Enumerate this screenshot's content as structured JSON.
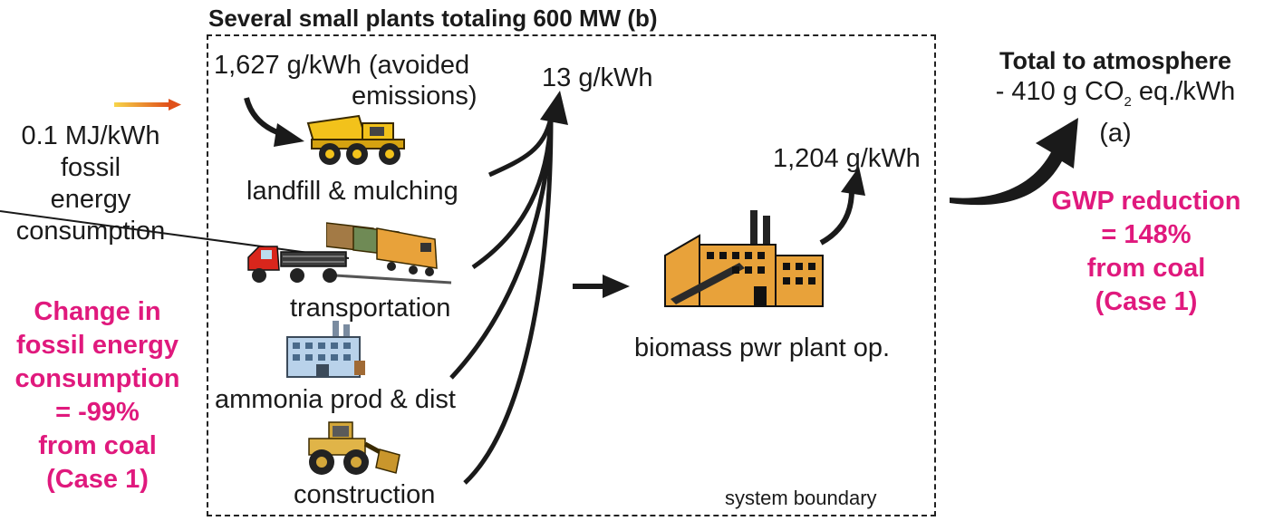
{
  "title": "Several small plants totaling 600 MW (b)",
  "boundary_label": "system boundary",
  "avoided": {
    "line1": "1,627 g/kWh (avoided",
    "line2": "emissions)"
  },
  "emission_13": "13 g/kWh",
  "emission_1204": "1,204 g/kWh",
  "processes": {
    "landfill": "landfill & mulching",
    "transport": "transportation",
    "ammonia": "ammonia prod & dist",
    "construction": "construction",
    "plant": "biomass pwr plant op."
  },
  "fossil_input": {
    "l1": "0.1 MJ/kWh",
    "l2": "fossil",
    "l3": "energy",
    "l4": "consumption"
  },
  "fossil_change": {
    "l1": "Change in",
    "l2": "fossil energy",
    "l3": "consumption",
    "l4": "= -99%",
    "l5": "from coal",
    "l6": "(Case 1)"
  },
  "total": {
    "heading": "Total to atmosphere",
    "pre": "- 410 g CO",
    "sub": "2",
    "post": " eq./kWh",
    "note": "(a)"
  },
  "gwp": {
    "l1": "GWP reduction",
    "l2": "= 148%",
    "l3": "from coal",
    "l4": "(Case 1)"
  },
  "colors": {
    "accent": "#e0197d",
    "machine": "#e8a23a",
    "truck_yellow": "#f2c21b",
    "truck_red": "#d9261c"
  }
}
